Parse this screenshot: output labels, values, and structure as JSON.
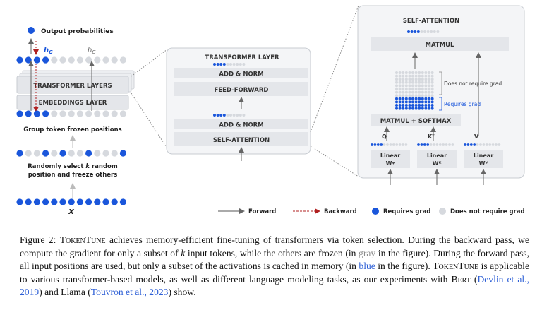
{
  "left": {
    "output_probabilities": "Output probabilities",
    "h_g": "h",
    "h_g_sub": "G",
    "h_gbar": "h",
    "h_gbar_sub": "Ḡ",
    "transformer_layers": "TRANSFORMER LAYERS",
    "embeddings_layer": "EMBEDDINGS LAYER",
    "group_token": "Group token frozen positions",
    "random_select_1a": "Randomly select ",
    "random_select_k": "k",
    "random_select_1b": " random",
    "random_select_2": "position and freeze others",
    "x": "X"
  },
  "middle": {
    "title": "TRANSFORMER LAYER",
    "add_norm_top": "ADD & NORM",
    "feed_forward": "FEED-FORWARD",
    "add_norm_bottom": "ADD & NORM",
    "self_attention": "SELF-ATTENTION"
  },
  "right": {
    "title": "SELF-ATTENTION",
    "matmul": "MATMUL",
    "does_not_require_grad": "Does not require grad",
    "requires_grad": "Requires grad",
    "matmul_softmax": "MATMUL + SOFTMAX",
    "q": "Q",
    "kt": "Kᵀ",
    "v": "V",
    "linear": "Linear",
    "wq": "Wᵠ",
    "wk": "Wᴷ",
    "wv": "Wⱽ"
  },
  "legend": {
    "forward": "Forward",
    "backward": "Backward",
    "requires_grad": "Requires grad",
    "does_not_require_grad": "Does not require grad"
  },
  "caption": {
    "fig_label": "Figure 2: ",
    "tokentune_1": "TokenTune",
    "p1": " achieves memory-efficient fine-tuning of transformers via token selection. During the backward pass, we compute the gradient for only a subset of ",
    "k": "k",
    "p2": " input tokens, while the others are frozen (in ",
    "gray": "gray",
    "p3": " in the figure). During the forward pass, all input positions are used, but only a subset of the activations is cached in memory (in ",
    "blue": "blue",
    "p4": " in the figure). ",
    "tokentune_2": "TokenTune",
    "p5": " is applicable to various transformer-based models, as well as different language modeling tasks, as our experiments with ",
    "bert": "Bert",
    "p6": " (",
    "cite1": "Devlin et al., 2019",
    "p7": ") and Llama (",
    "cite2": "Touvron et al., 2023",
    "p8": ") show."
  },
  "colors": {
    "blue": "#1a56db",
    "gray_dot": "#d6d9de",
    "box": "#e4e6ea",
    "panel": "#f4f5f7",
    "arrow": "#666666",
    "backward": "#b02020"
  }
}
